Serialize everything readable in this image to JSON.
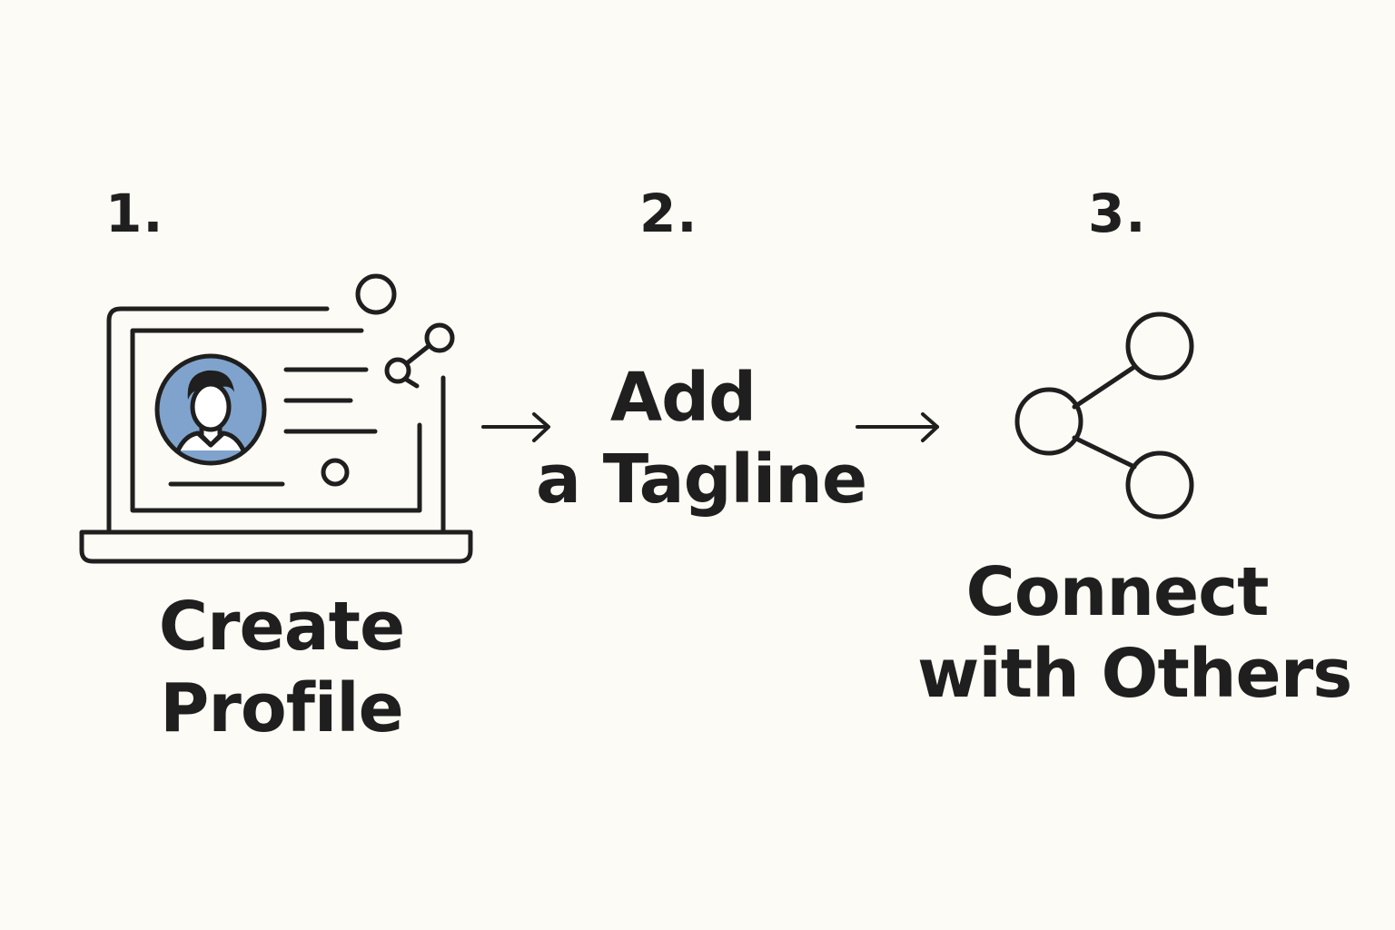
{
  "colors": {
    "background": "#fdfbf5",
    "ink": "#1f1f1f",
    "avatar_fill": "#7fa3cc"
  },
  "steps": [
    {
      "number": "1.",
      "label_lines": [
        "Create",
        "Profile"
      ],
      "icon": "laptop-profile-icon"
    },
    {
      "number": "2.",
      "label_lines": [
        "Add",
        "a Tagline"
      ],
      "icon": ""
    },
    {
      "number": "3.",
      "label_lines": [
        "Connect",
        "with Others"
      ],
      "icon": "share-network-icon"
    }
  ],
  "connectors": [
    {
      "from": "step-1",
      "to": "step-2",
      "icon": "arrow-right-icon"
    },
    {
      "from": "step-2",
      "to": "step-3",
      "icon": "arrow-right-icon"
    }
  ]
}
